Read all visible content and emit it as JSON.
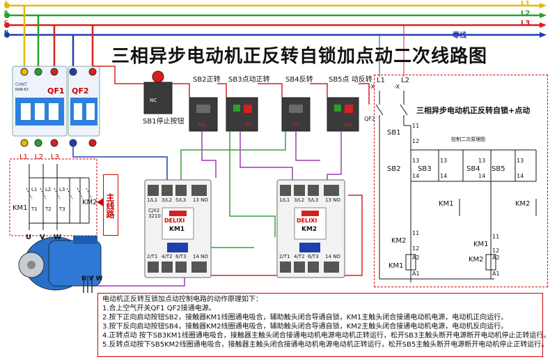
{
  "title": "三相异步电动机正反转自锁加点动二次线路图",
  "bus": {
    "A": "A",
    "B": "B",
    "C": "C",
    "N": "N",
    "L1": "L1",
    "L2": "L2",
    "L3": "L3",
    "neutral": "零线"
  },
  "colors": {
    "L1": "#e6b800",
    "L2": "#2aa02a",
    "L3": "#d62020",
    "N": "#1f3fb0",
    "wire_purple": "#9a3fb0",
    "wire_green": "#3aa03a",
    "wire_red": "#d62020",
    "accent": "#cc0000"
  },
  "breakers": {
    "qf1": "QF1",
    "qf2": "QF2",
    "brand": "CHNT",
    "model": "NXB-63"
  },
  "breaker_terminals": {
    "l1": "L1",
    "l2": "L2",
    "l3": "L3"
  },
  "buttons": {
    "sb1": "SB1停止按钮",
    "sb2": "SB2正转",
    "sb3": "SB3点动正转",
    "sb4": "SB4反转",
    "sb5": "SB5点 动反转",
    "nc": "NC",
    "no": "NO"
  },
  "contactors": {
    "km1": "KM1",
    "km2": "KM2",
    "brand": "DELIXI",
    "model": "CJX2",
    "model_num": "3210",
    "top_terms": [
      "1/L1",
      "3/L2",
      "5/L3",
      "13 NO"
    ],
    "bot_terms": [
      "2/T1",
      "4/T2",
      "6/T3",
      "14 NO"
    ],
    "a1": "A1",
    "a2": "A2"
  },
  "main_circuit": {
    "side_label": "主线路",
    "km1": "KM1",
    "km2": "KM2",
    "in": [
      "L1",
      "L2",
      "L3"
    ],
    "t_labels": [
      "T1",
      "T2",
      "T3"
    ],
    "l_labels": [
      "L1",
      "L2",
      "L3"
    ],
    "out": [
      "U",
      "V",
      "W"
    ]
  },
  "motor": {
    "uvw": "U V W"
  },
  "schematic": {
    "title": "三相异步电动机正反转自锁+点动",
    "subtitle": "控制二次原理图",
    "l1": "L1",
    "l2": "L2",
    "qf2": "QF2",
    "x": "-X",
    "sb1": "SB1",
    "sb2": "SB2",
    "sb3": "SB3",
    "sb4": "SB4",
    "sb5": "SB5",
    "km1": "KM1",
    "km2": "KM2",
    "n11": "11",
    "n12": "12",
    "n13": "13",
    "n14": "14",
    "a1": "A1",
    "a2": "A2"
  },
  "description": {
    "heading": "电动机正反转互锁加点动控制电路的动作原理如下：",
    "lines": [
      "1.合上空气开关QF1  QF2接通电源。",
      "2.按下正向启动按钮SB2，接触器KM1线圈通电吸合，辅助触头闭合导通自锁，KM1主触头闭合接通电动机电源，电动机正向运行。",
      "3.按下反向启动按钮SB4，接触器KM2线圈通电吸合，辅助触头闭合导通自锁，KM2主触头闭合接通电动机电源，电动机反向运行。",
      "4.正转点动  按下SB3KM1线圈通电吸合，接触器主触头闭合接通电动机电源电动机正转运行，松开SB3主触头断开电源断开电动机停止正转运行。",
      "5.反转点动按下SB5KM2线圈通电吸合，接触器主触头闭合接通电动机电源电动机正转运行，松开SB5主触头断开电源断开电动机停止正转运行。"
    ]
  }
}
